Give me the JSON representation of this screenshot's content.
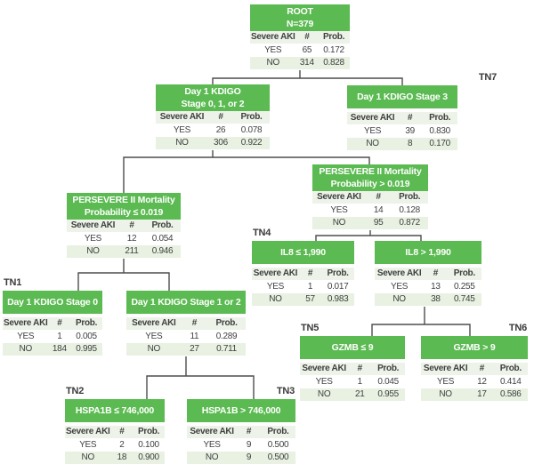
{
  "table_headers": {
    "group": "Severe AKI",
    "count": "#",
    "prob": "Prob."
  },
  "row_labels": {
    "yes": "YES",
    "no": "NO"
  },
  "colors": {
    "node_header_green": "#5bba51",
    "row_tint_header": "#edf3e8",
    "row_tint_no": "#e8f1e2",
    "connector_gray": "#4d4d4d",
    "text_dark": "#3f3f3f"
  },
  "nodes": [
    {
      "id": "root",
      "header_lines": [
        "ROOT",
        "N=379"
      ],
      "yes": {
        "count": "65",
        "prob": "0.172"
      },
      "no": {
        "count": "314",
        "prob": "0.828"
      }
    },
    {
      "id": "kdigo012",
      "header_lines": [
        "Day 1 KDIGO",
        "Stage 0, 1, or 2"
      ],
      "yes": {
        "count": "26",
        "prob": "0.078"
      },
      "no": {
        "count": "306",
        "prob": "0.922"
      }
    },
    {
      "id": "kdigo3",
      "tn": "TN7",
      "tn_pos": "right-out",
      "header_lines": [
        "Day 1 KDIGO Stage 3"
      ],
      "yes": {
        "count": "39",
        "prob": "0.830"
      },
      "no": {
        "count": "8",
        "prob": "0.170"
      }
    },
    {
      "id": "pers-le",
      "header_lines": [
        "PERSEVERE II Mortality",
        "Probability ≤ 0.019"
      ],
      "yes": {
        "count": "12",
        "prob": "0.054"
      },
      "no": {
        "count": "211",
        "prob": "0.946"
      }
    },
    {
      "id": "pers-gt",
      "header_lines": [
        "PERSEVERE II Mortality",
        "Probability > 0.019"
      ],
      "yes": {
        "count": "14",
        "prob": "0.128"
      },
      "no": {
        "count": "95",
        "prob": "0.872"
      }
    },
    {
      "id": "kdigo0",
      "tn": "TN1",
      "tn_pos": "left",
      "header_lines": [
        "Day 1 KDIGO Stage 0"
      ],
      "yes": {
        "count": "1",
        "prob": "0.005"
      },
      "no": {
        "count": "184",
        "prob": "0.995"
      }
    },
    {
      "id": "kdigo12",
      "header_lines": [
        "Day 1 KDIGO Stage 1 or 2"
      ],
      "yes": {
        "count": "11",
        "prob": "0.289"
      },
      "no": {
        "count": "27",
        "prob": "0.711"
      }
    },
    {
      "id": "il8-le",
      "tn": "TN4",
      "tn_pos": "left",
      "header_lines": [
        "IL8 ≤ 1,990"
      ],
      "yes": {
        "count": "1",
        "prob": "0.017"
      },
      "no": {
        "count": "57",
        "prob": "0.983"
      }
    },
    {
      "id": "il8-gt",
      "header_lines": [
        "IL8 > 1,990"
      ],
      "yes": {
        "count": "13",
        "prob": "0.255"
      },
      "no": {
        "count": "38",
        "prob": "0.745"
      }
    },
    {
      "id": "gzmb-le",
      "tn": "TN5",
      "tn_pos": "left",
      "header_lines": [
        "GZMB ≤ 9"
      ],
      "yes": {
        "count": "1",
        "prob": "0.045"
      },
      "no": {
        "count": "21",
        "prob": "0.955"
      }
    },
    {
      "id": "gzmb-gt",
      "tn": "TN6",
      "tn_pos": "right",
      "header_lines": [
        "GZMB > 9"
      ],
      "yes": {
        "count": "12",
        "prob": "0.414"
      },
      "no": {
        "count": "17",
        "prob": "0.586"
      }
    },
    {
      "id": "hspa1b-le",
      "tn": "TN2",
      "tn_pos": "left",
      "header_lines": [
        "HSPA1B ≤ 746,000"
      ],
      "yes": {
        "count": "2",
        "prob": "0.100"
      },
      "no": {
        "count": "18",
        "prob": "0.900"
      }
    },
    {
      "id": "hspa1b-gt",
      "tn": "TN3",
      "tn_pos": "right",
      "header_lines": [
        "HSPA1B > 746,000"
      ],
      "yes": {
        "count": "9",
        "prob": "0.500"
      },
      "no": {
        "count": "9",
        "prob": "0.500"
      }
    }
  ]
}
